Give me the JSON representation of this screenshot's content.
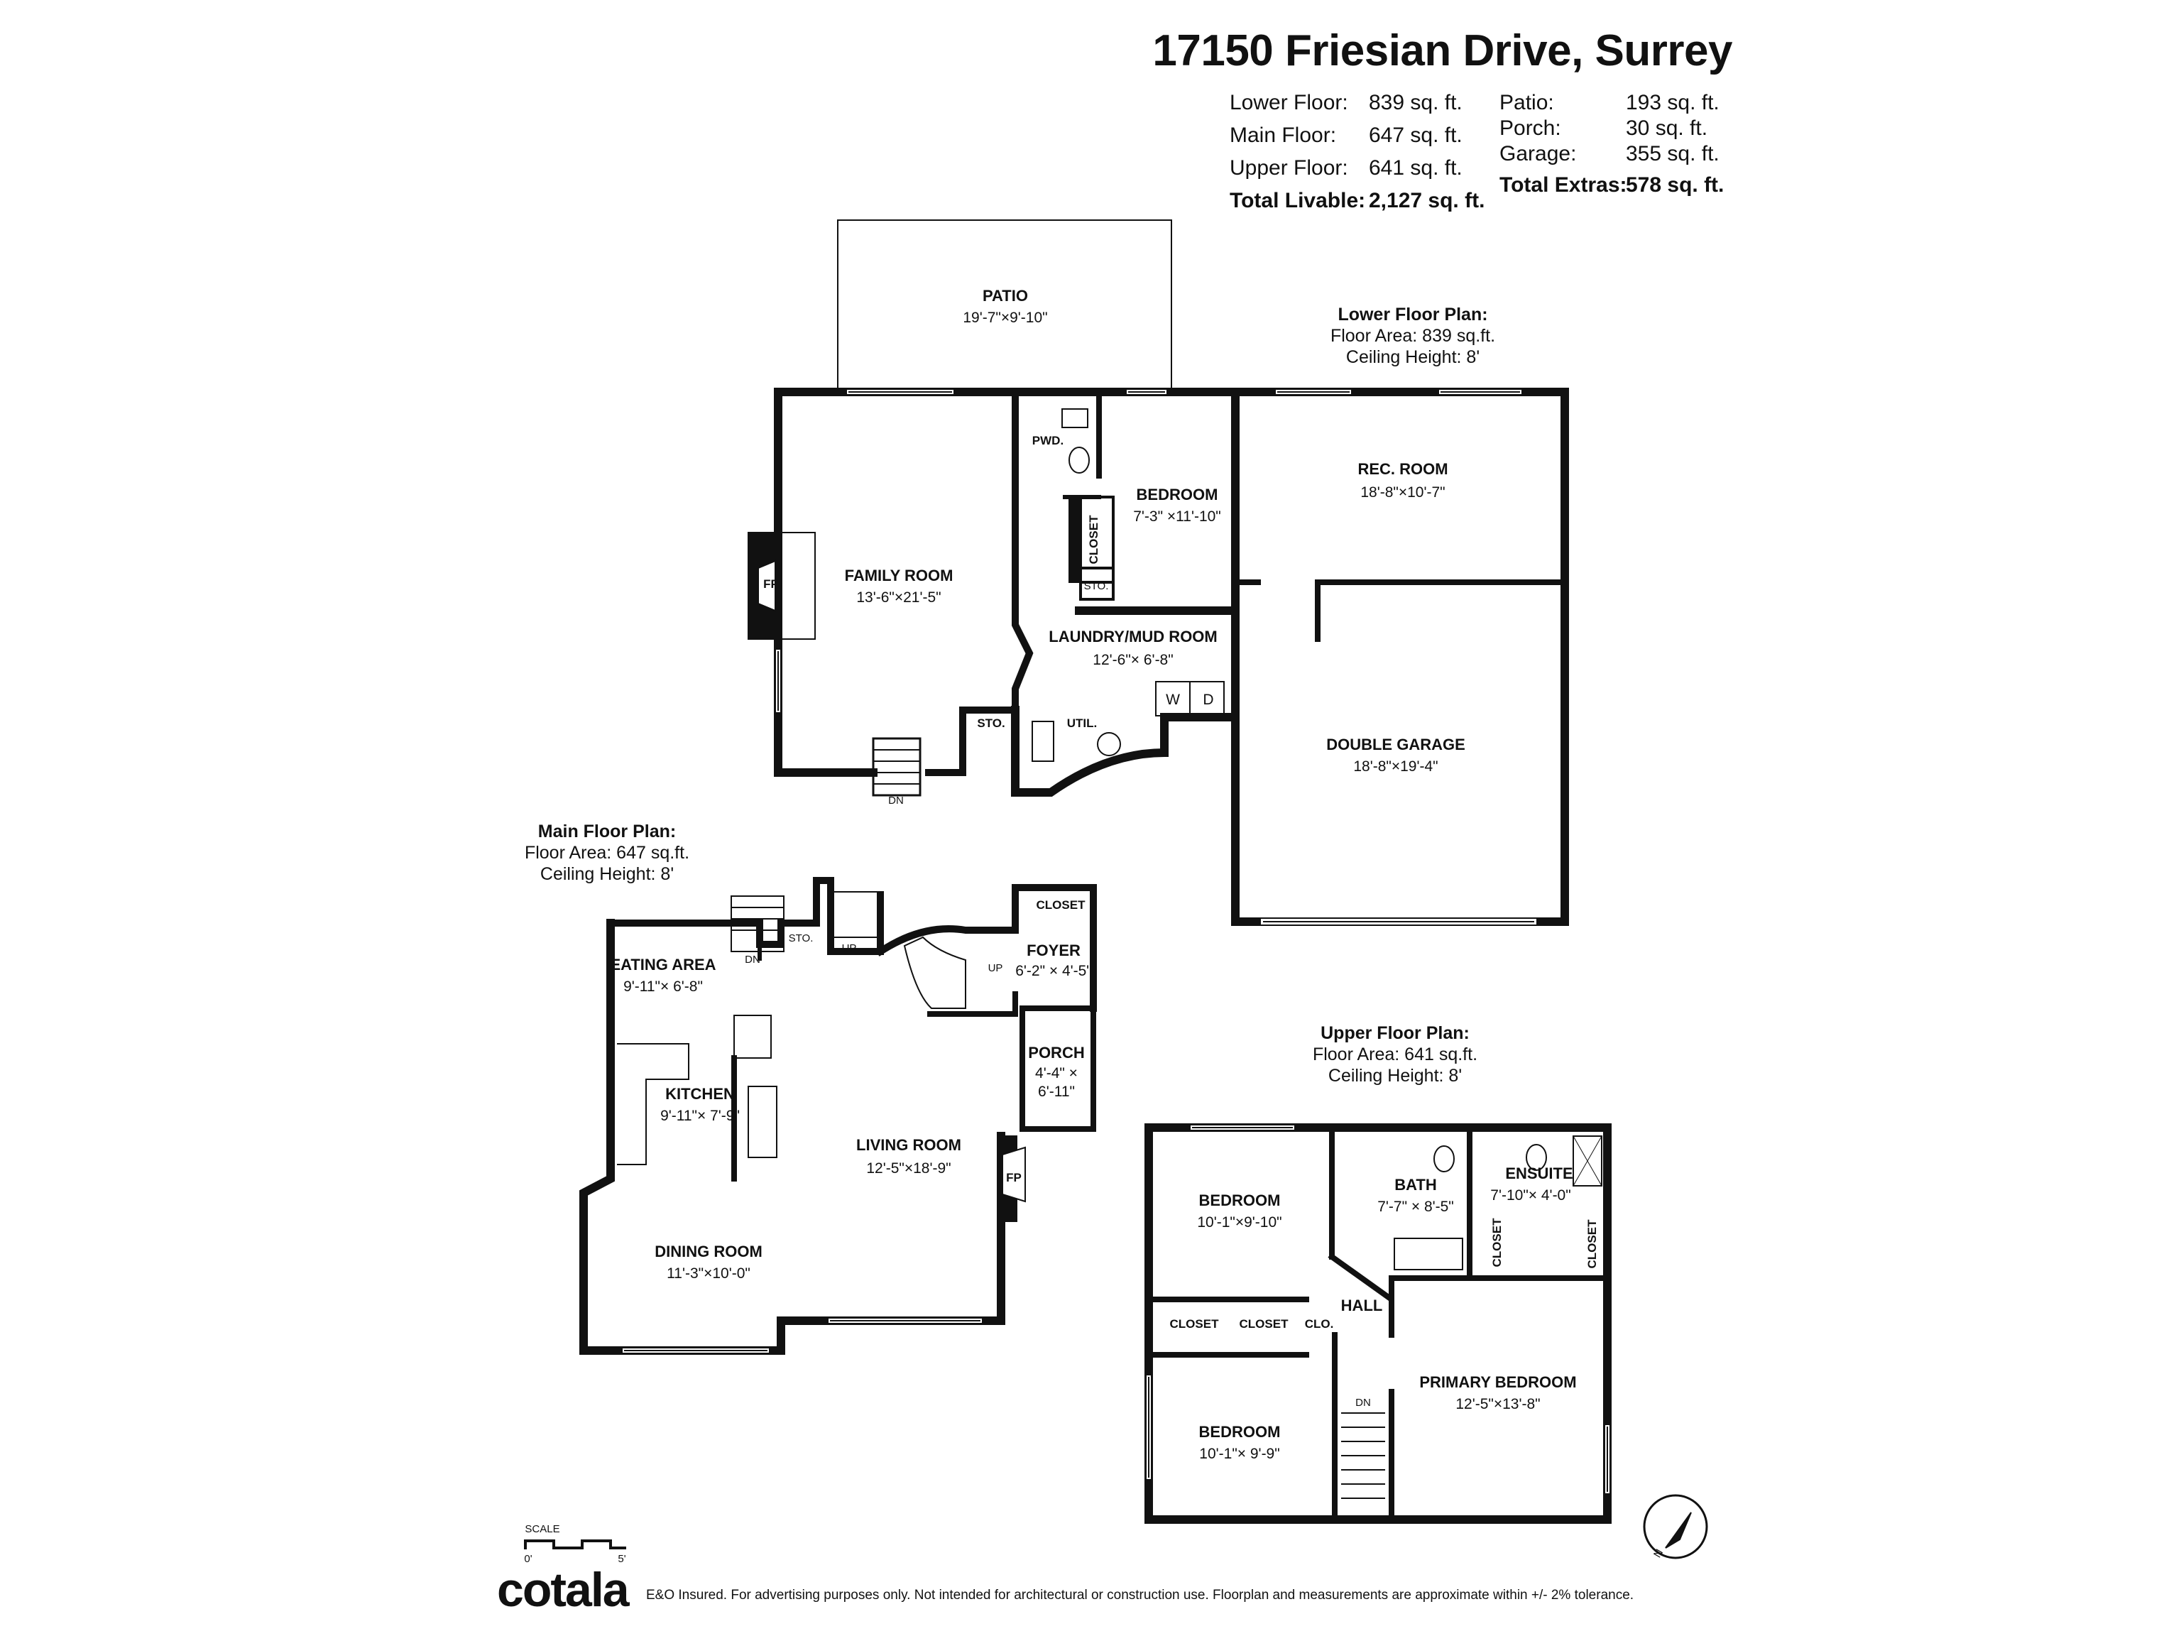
{
  "header": {
    "title": "17150 Friesian Drive, Surrey",
    "livable": [
      {
        "label": "Lower Floor:",
        "value": "839 sq. ft."
      },
      {
        "label": "Main Floor:",
        "value": "647 sq. ft."
      },
      {
        "label": "Upper Floor:",
        "value": "641 sq. ft."
      },
      {
        "label": "Total Livable:",
        "value": "2,127 sq. ft."
      }
    ],
    "extras": [
      {
        "label": "Patio:",
        "value": "193 sq. ft."
      },
      {
        "label": "Porch:",
        "value": "30 sq. ft."
      },
      {
        "label": "Garage:",
        "value": "355 sq. ft."
      },
      {
        "label": "Total Extras:",
        "value": "578 sq. ft."
      }
    ]
  },
  "plans": {
    "lower": {
      "heading": "Lower Floor Plan:",
      "area": "Floor Area: 839 sq.ft.",
      "ceiling": "Ceiling Height: 8'"
    },
    "main": {
      "heading": "Main Floor Plan:",
      "area": "Floor Area: 647 sq.ft.",
      "ceiling": "Ceiling Height: 8'"
    },
    "upper": {
      "heading": "Upper Floor Plan:",
      "area": "Floor Area: 641 sq.ft.",
      "ceiling": "Ceiling Height: 8'"
    }
  },
  "rooms": {
    "patio": {
      "name": "PATIO",
      "dim": "19'-7\"×9'-10\""
    },
    "family_room": {
      "name": "FAMILY ROOM",
      "dim": "13'-6\"×21'-5\""
    },
    "pwd": {
      "name": "PWD."
    },
    "lower_bedroom": {
      "name": "BEDROOM",
      "dim": "7'-3\" ×11'-10\""
    },
    "rec_room": {
      "name": "REC. ROOM",
      "dim": "18'-8\"×10'-7\""
    },
    "laundry": {
      "name": "LAUNDRY/MUD ROOM",
      "dim": "12'-6\"× 6'-8\""
    },
    "double_garage": {
      "name": "DOUBLE GARAGE",
      "dim": "18'-8\"×19'-4\""
    },
    "lower_closet": {
      "name": "CLOSET"
    },
    "lower_sto1": {
      "name": "STO."
    },
    "lower_sto2": {
      "name": "STO."
    },
    "util": {
      "name": "UTIL."
    },
    "washer": {
      "name": "W"
    },
    "dryer": {
      "name": "D"
    },
    "fp_lower": {
      "name": "FP"
    },
    "dn_lower": {
      "name": "DN"
    },
    "eating_area": {
      "name": "EATING AREA",
      "dim": "9'-11\"× 6'-8\""
    },
    "kitchen": {
      "name": "KITCHEN",
      "dim": "9'-11\"× 7'-9\""
    },
    "living_room": {
      "name": "LIVING ROOM",
      "dim": "12'-5\"×18'-9\""
    },
    "dining_room": {
      "name": "DINING ROOM",
      "dim": "11'-3\"×10'-0\""
    },
    "foyer": {
      "name": "FOYER",
      "dim": "6'-2\" × 4'-5\""
    },
    "main_closet": {
      "name": "CLOSET"
    },
    "porch": {
      "name": "PORCH",
      "dim1": "4'-4\" ×",
      "dim2": "6'-11\""
    },
    "main_sto": {
      "name": "STO."
    },
    "fp_main": {
      "name": "FP"
    },
    "dn_main": {
      "name": "DN"
    },
    "up_main1": {
      "name": "UP"
    },
    "up_main2": {
      "name": "UP"
    },
    "upper_bedroom1": {
      "name": "BEDROOM",
      "dim": "10'-1\"×9'-10\""
    },
    "bath": {
      "name": "BATH",
      "dim": "7'-7\" × 8'-5\""
    },
    "ensuite": {
      "name": "ENSUITE",
      "dim": "7'-10\"× 4'-0\""
    },
    "upper_closet1": {
      "name": "CLOSET"
    },
    "upper_closet2": {
      "name": "CLOSET"
    },
    "upper_closet3": {
      "name": "CLOSET"
    },
    "upper_closet4": {
      "name": "CLOSET"
    },
    "clo": {
      "name": "CLO."
    },
    "hall": {
      "name": "HALL"
    },
    "upper_bedroom2": {
      "name": "BEDROOM",
      "dim": "10'-1\"× 9'-9\""
    },
    "primary_bedroom": {
      "name": "PRIMARY BEDROOM",
      "dim": "12'-5\"×13'-8\""
    },
    "dn_upper": {
      "name": "DN"
    }
  },
  "scale": {
    "label": "SCALE",
    "start": "0'",
    "end": "5'"
  },
  "compass": {
    "label": "N"
  },
  "footer": {
    "brand": "cotala",
    "disclaimer": "E&O Insured. For advertising purposes only. Not intended for architectural or construction use. Floorplan and measurements are approximate within +/- 2% tolerance."
  }
}
